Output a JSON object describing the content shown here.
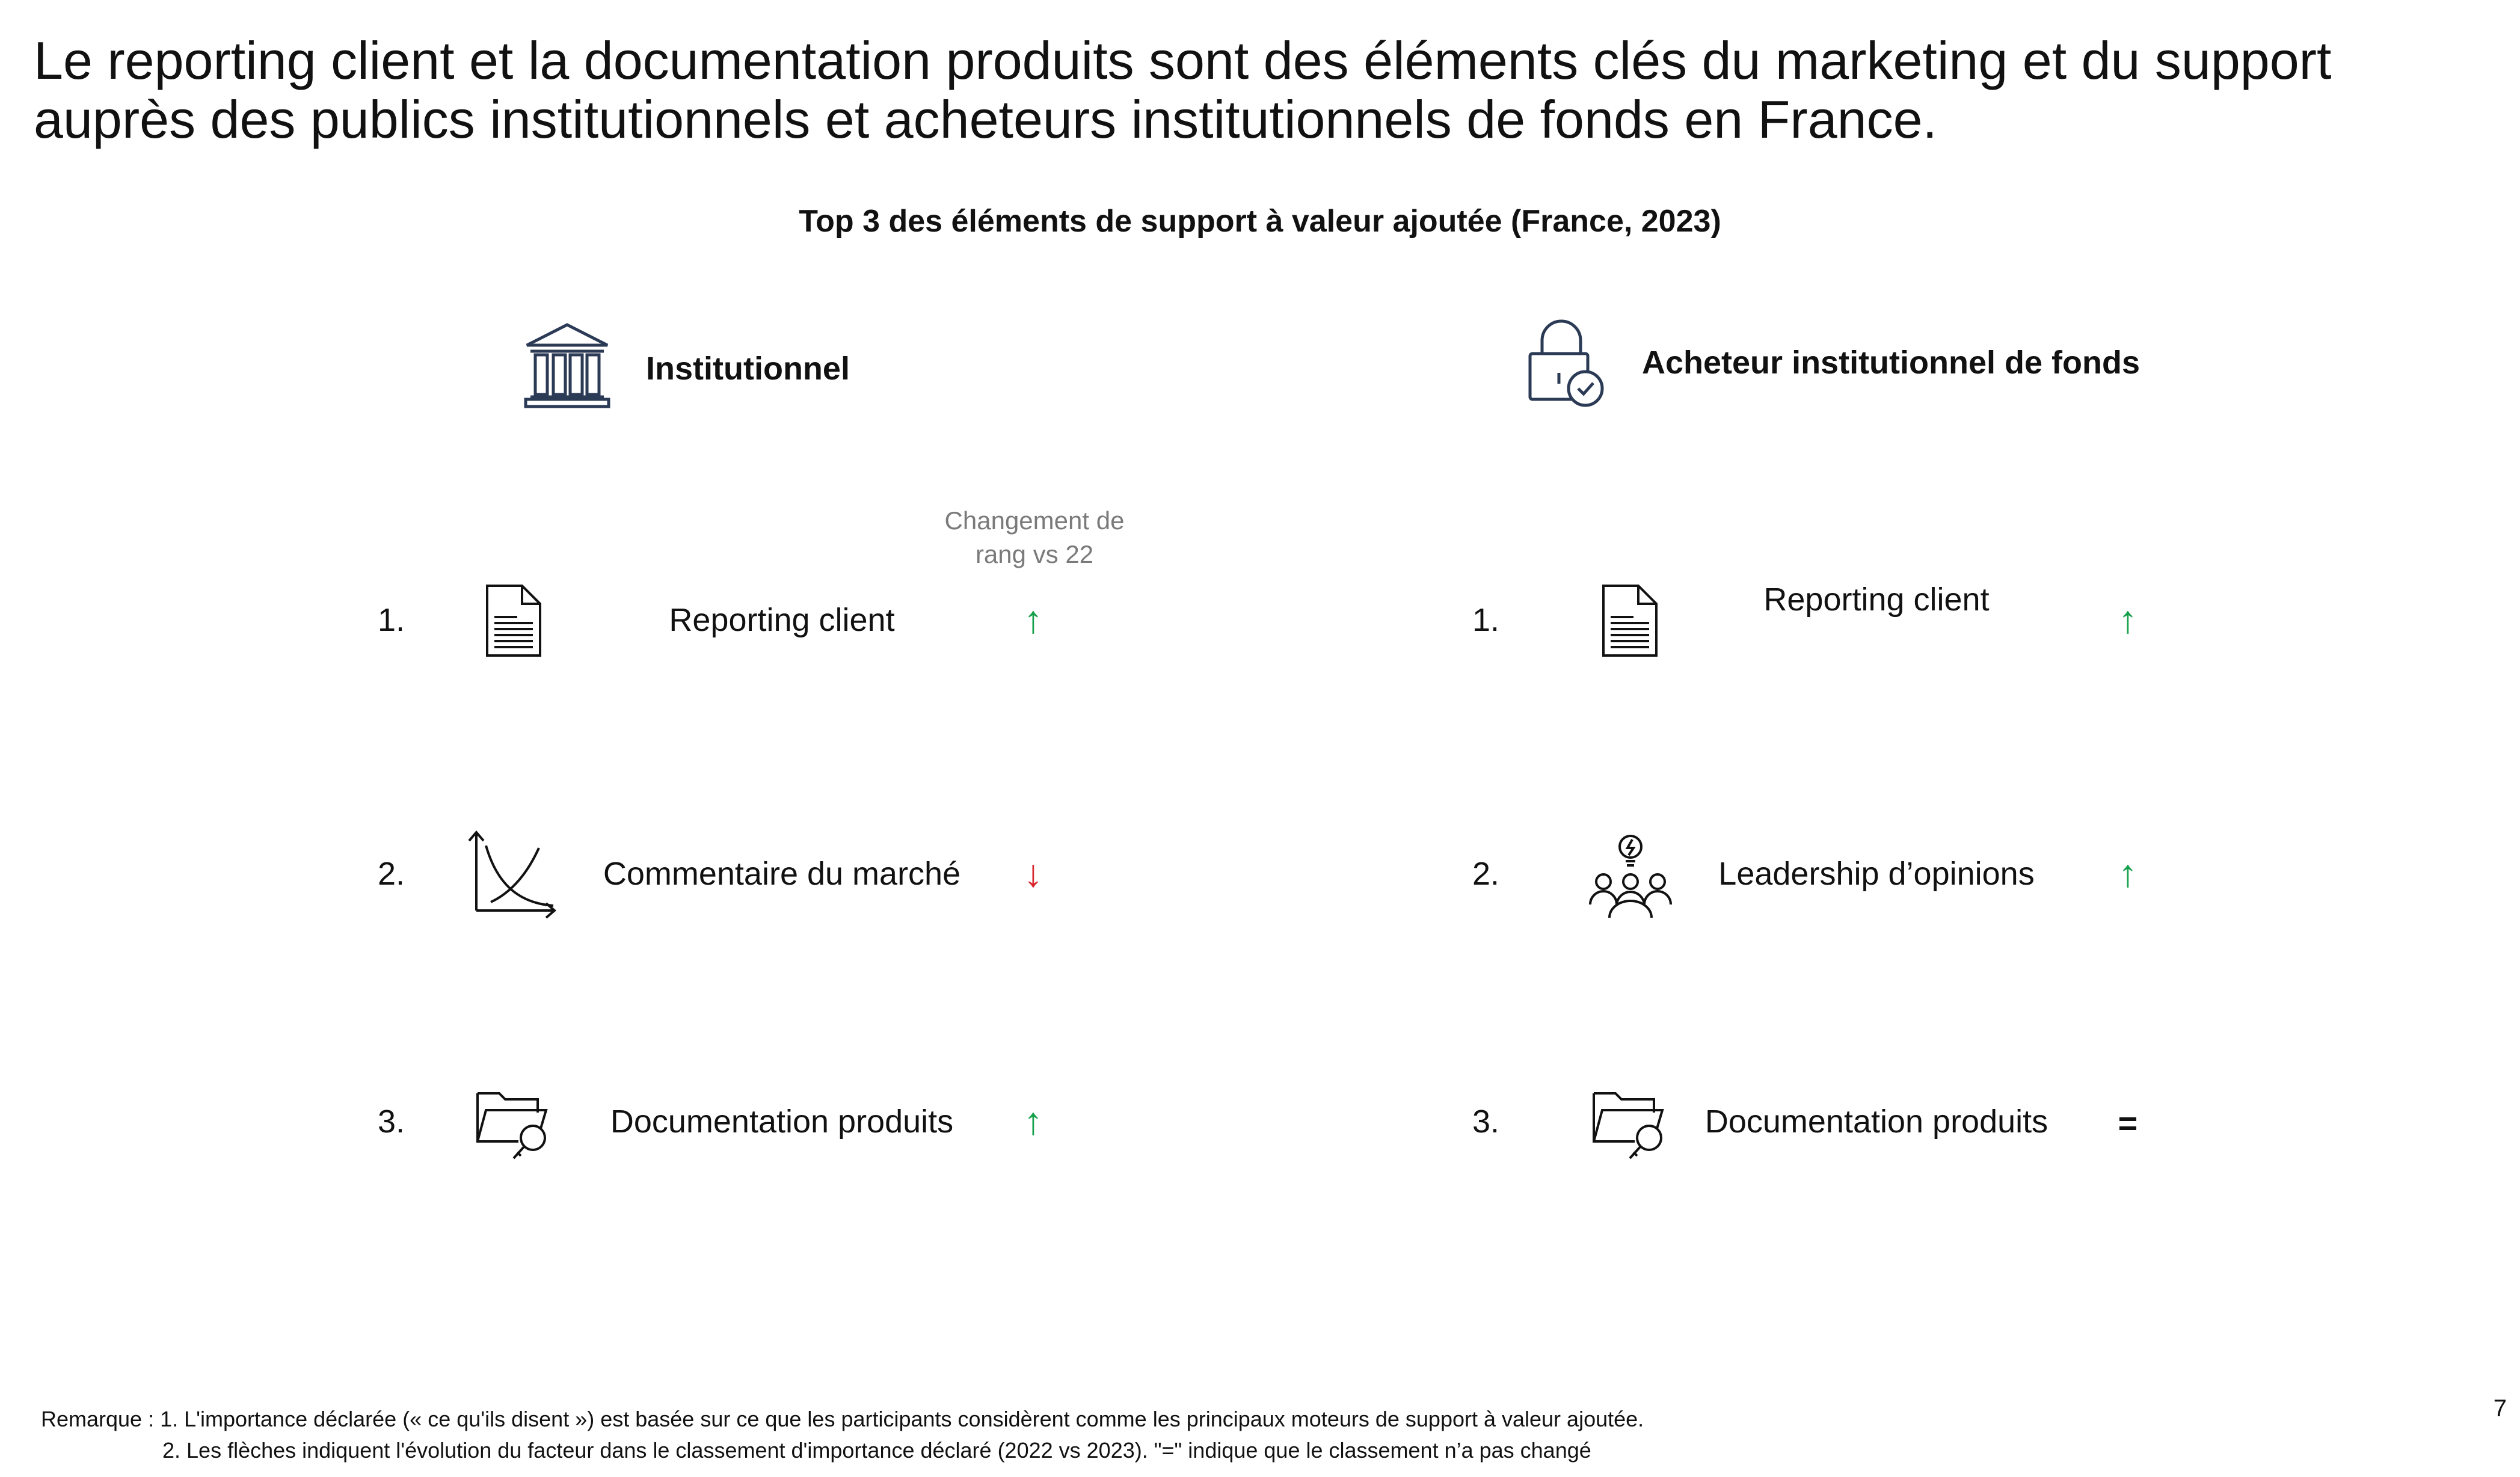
{
  "headline": {
    "line1": "Le reporting client et la documentation produits sont des éléments clés du marketing et du support",
    "line2": "auprès des publics institutionnels et acheteurs institutionnels de fonds en France."
  },
  "subtitle": "Top 3 des éléments de support à valeur ajoutée (France, 2023)",
  "change_header": {
    "line1": "Changement de",
    "line2": "rang vs 22"
  },
  "segments": [
    {
      "title": "Institutionnel",
      "icon": "bank-building-icon",
      "items": [
        {
          "rank": "1.",
          "label": "Reporting client",
          "icon": "document-icon",
          "change": "up",
          "symbol": "↑"
        },
        {
          "rank": "2.",
          "label": "Commentaire du marché",
          "icon": "market-chart-icon",
          "change": "down",
          "symbol": "↓"
        },
        {
          "rank": "3.",
          "label": "Documentation produits",
          "icon": "folder-search-icon",
          "change": "up",
          "symbol": "↑"
        }
      ]
    },
    {
      "title": "Acheteur institutionnel de fonds",
      "icon": "lock-check-icon",
      "items": [
        {
          "rank": "1.",
          "label": "Reporting client",
          "icon": "document-icon",
          "change": "up",
          "symbol": "↑"
        },
        {
          "rank": "2.",
          "label": "Leadership d’opinions",
          "icon": "people-idea-icon",
          "change": "up",
          "symbol": "↑"
        },
        {
          "rank": "3.",
          "label": "Documentation produits",
          "icon": "folder-search-icon",
          "change": "same",
          "symbol": "="
        }
      ]
    }
  ],
  "colors": {
    "up": "#14a04a",
    "down": "#d9262c",
    "icon_primary": "#2b3a55",
    "muted": "#7a7a7a"
  },
  "notes": {
    "line1": "Remarque : 1. L'importance déclarée (« ce qu'ils disent ») est basée sur ce que les participants considèrent comme les principaux moteurs de support à valeur ajoutée.",
    "line2": "2. Les flèches indiquent l'évolution du facteur dans le classement d'importance déclaré (2022 vs 2023). \"=\" indique que le classement n’a pas changé"
  },
  "page_number": "7"
}
